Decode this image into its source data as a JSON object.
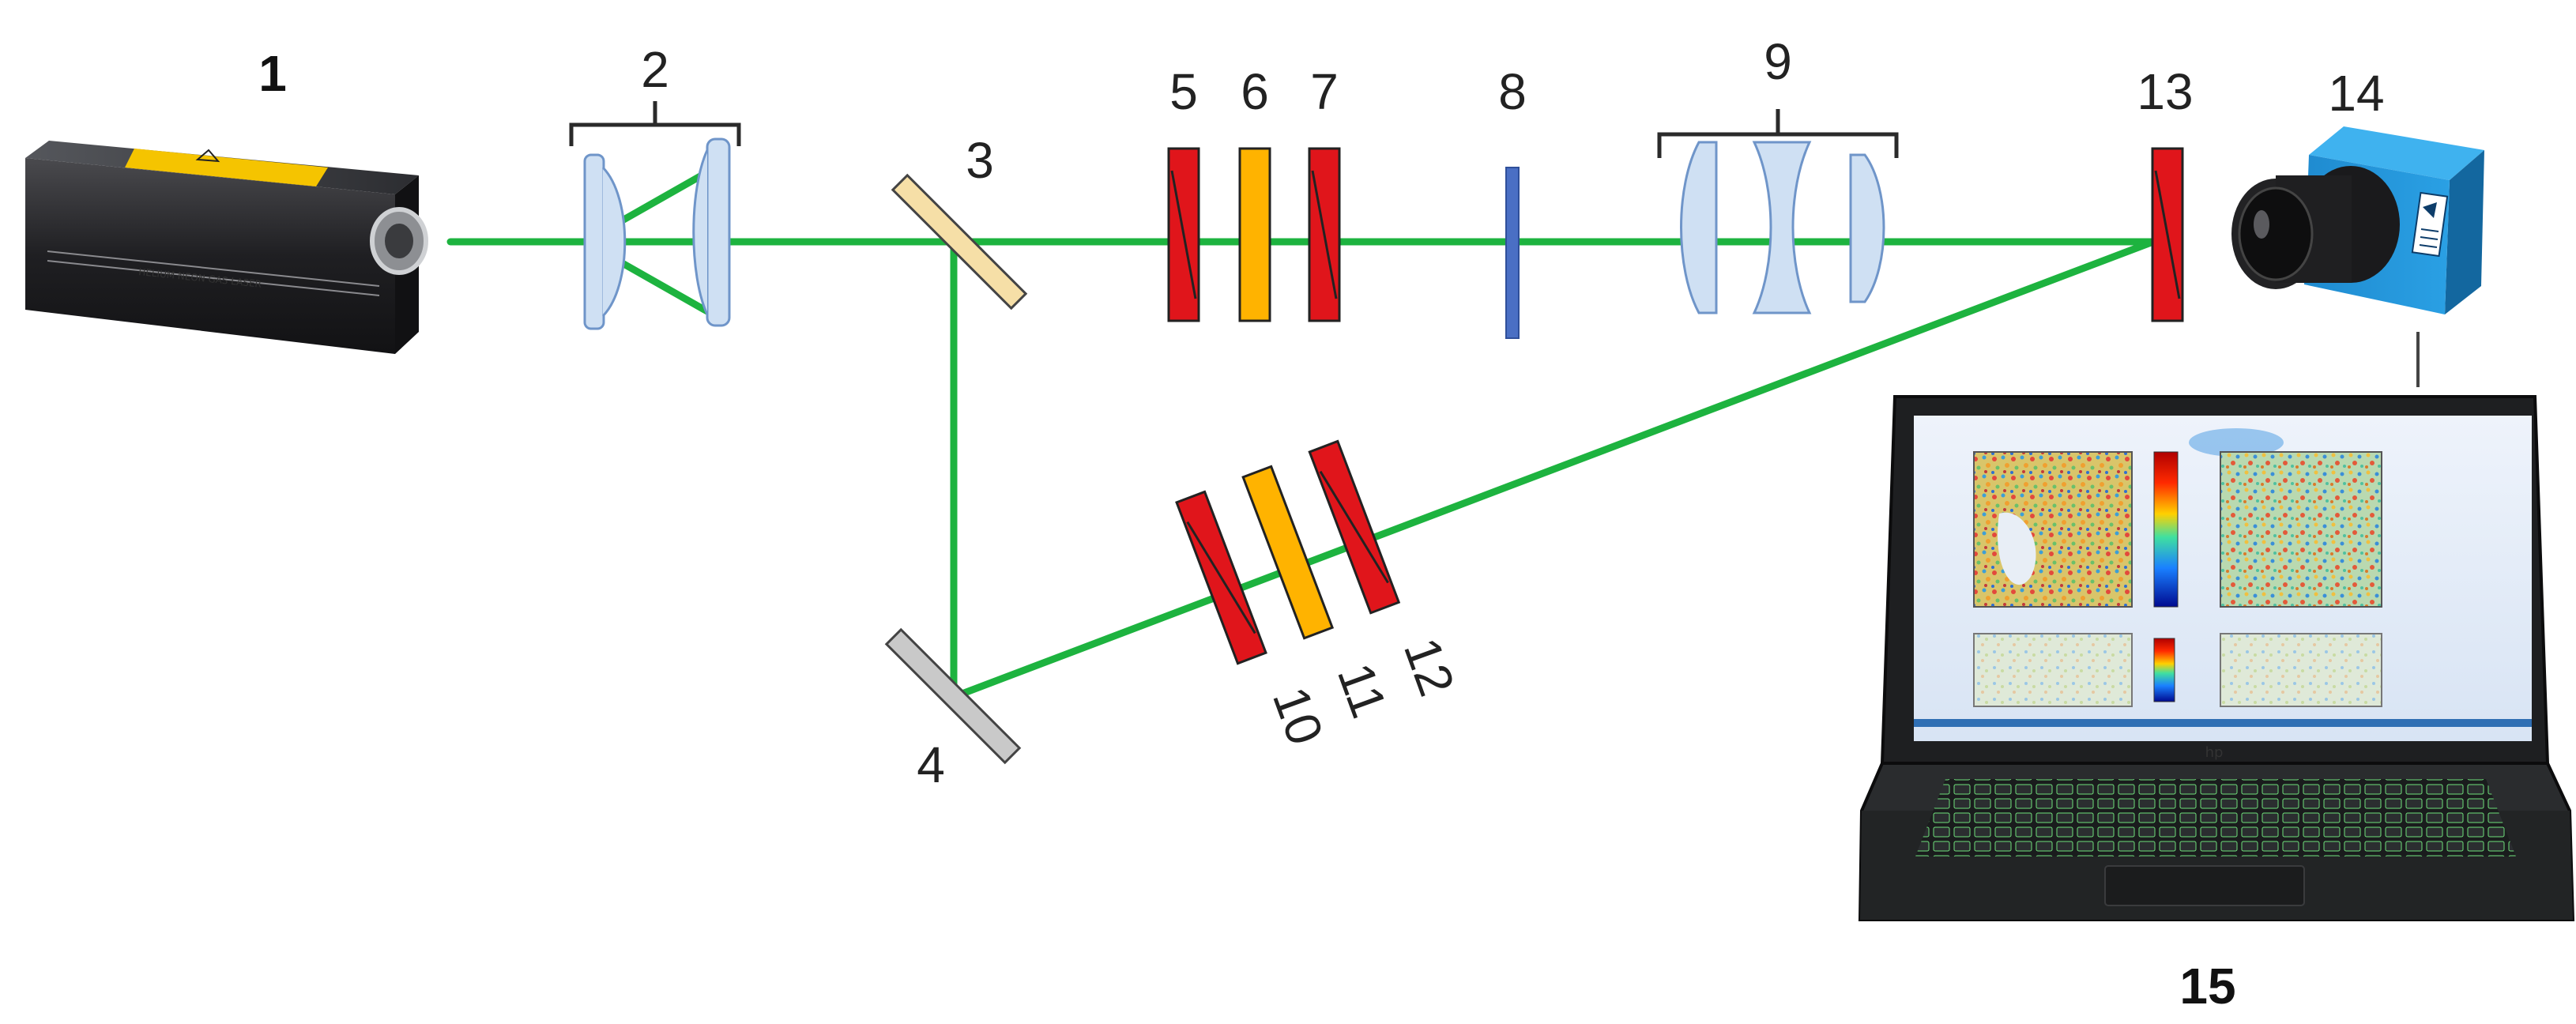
{
  "colors": {
    "beam": "#1db33f",
    "polarizer": "#e0151b",
    "waveplate": "#ffb300",
    "filter": "#4a6fc4",
    "beam_splitter": "#f6dfa7",
    "mirror": "#c9c9c9",
    "lens": "#cfe0f3",
    "camera_body": "#1e8fd6"
  },
  "labels": {
    "n1": "1",
    "n2": "2",
    "n3": "3",
    "n4": "4",
    "n5": "5",
    "n6": "6",
    "n7": "7",
    "n8": "8",
    "n9": "9",
    "n10": "10",
    "n11": "11",
    "n12": "12",
    "n13": "13",
    "n14": "14",
    "n15": "15"
  },
  "laser": {
    "side_text": "HELIUM NEON GAS LASER"
  },
  "laptop": {
    "brand": "hp"
  }
}
